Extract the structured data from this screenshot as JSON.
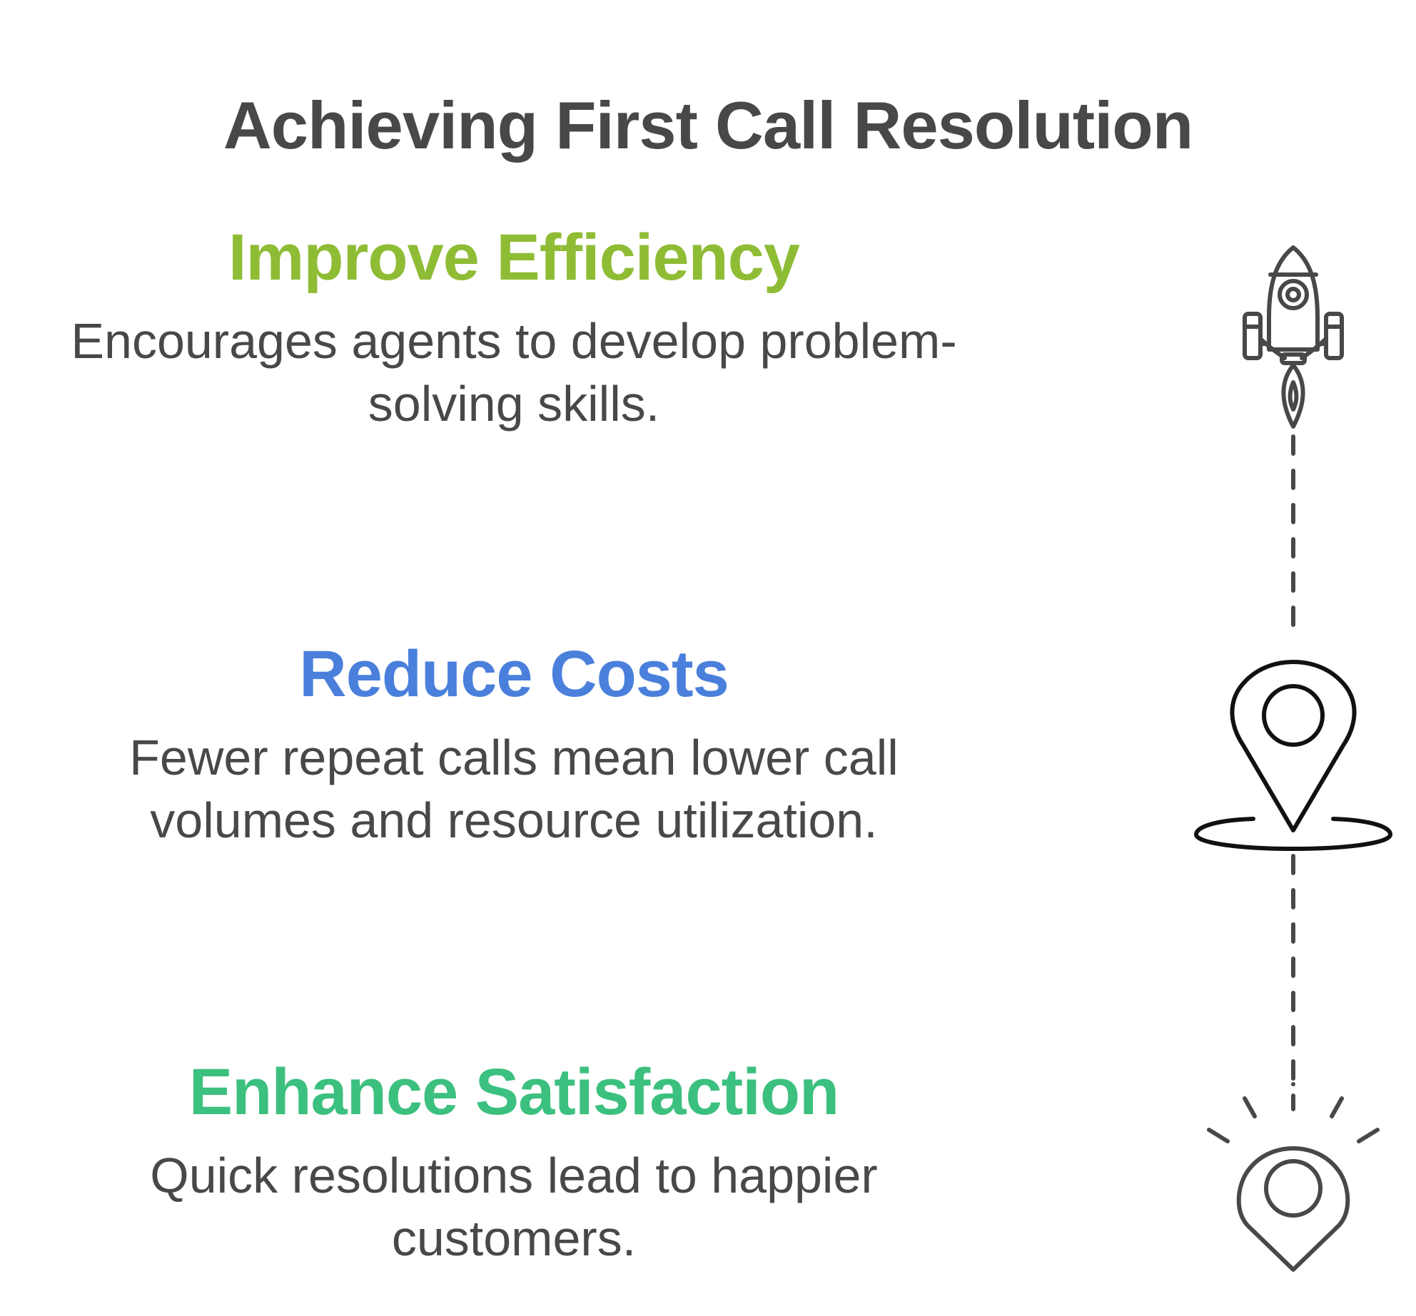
{
  "title": "Achieving First Call Resolution",
  "colors": {
    "text": "#484848",
    "improve_efficiency": "#8fbc35",
    "reduce_costs": "#4a80dc",
    "enhance_satisfaction": "#3cc07f",
    "icon_stroke": "#484848"
  },
  "steps": [
    {
      "heading": "Improve Efficiency",
      "description_lines": [
        "Encourages agents to develop problem-",
        "solving skills."
      ],
      "icon": "rocket-icon"
    },
    {
      "heading": "Reduce Costs",
      "description_lines": [
        "Fewer repeat calls mean lower call",
        "volumes and resource utilization."
      ],
      "icon": "map-pin-icon"
    },
    {
      "heading": "Enhance Satisfaction",
      "description_lines": [
        "Quick resolutions lead to happier",
        "customers."
      ],
      "icon": "shining-pin-icon"
    }
  ]
}
